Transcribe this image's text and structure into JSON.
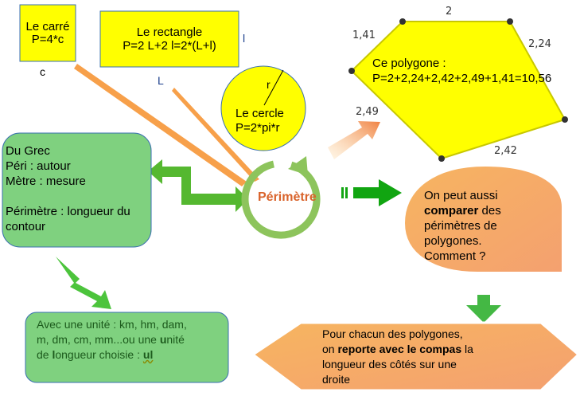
{
  "square": {
    "title": "Le carré",
    "formula": "P=4*c",
    "side_label": "c"
  },
  "rectangle": {
    "title": "Le rectangle",
    "formula": "P=2 L+2 l=2*(L+l)",
    "width_label": "l",
    "length_label": "L"
  },
  "circle": {
    "radius_label": "r",
    "title": "Le cercle",
    "formula": "P=2*pi*r"
  },
  "polygon": {
    "title": "Ce polygone :",
    "formula": "P=2+2,24+2,42+2,49+1,41=10,56",
    "side_labels": [
      "2",
      "2,24",
      "2,42",
      "2,49",
      "1,41"
    ]
  },
  "center": {
    "label": "Périmètre"
  },
  "etymology": {
    "lines": [
      "Du Grec",
      "Péri : autour",
      "Mètre : mesure",
      "",
      "Périmètre : longueur du contour"
    ]
  },
  "unit_box": {
    "line1": "Avec une unité : km, hm, dam,",
    "line2": "m, dm, cm, mm...ou une ",
    "line2_bold": "u",
    "line2_end": "nité",
    "line3_start": "de ",
    "line3_bold": "l",
    "line3_mid": "ongueur choisie : ",
    "line3_abbr": "ul"
  },
  "compare_bubble": {
    "line1": "On peut aussi",
    "bold": "comparer",
    "line2_end": " des",
    "line3": "périmètres de",
    "line4": "polygones.",
    "line5": "Comment ?"
  },
  "method_box": {
    "line1": "Pour chacun des polygones,",
    "line2_start": "on ",
    "line2_bold": "reporte avec le compas",
    "line2_end": " la",
    "line3": "longueur des côtés sur une",
    "line4": "droite"
  },
  "colors": {
    "yellow": "#ffff00",
    "green_box": "#7fd17f",
    "orange": "#f7a85a",
    "center_text": "#d9632b",
    "green_arrow": "#22aa22",
    "ring": "#8dc45c"
  }
}
